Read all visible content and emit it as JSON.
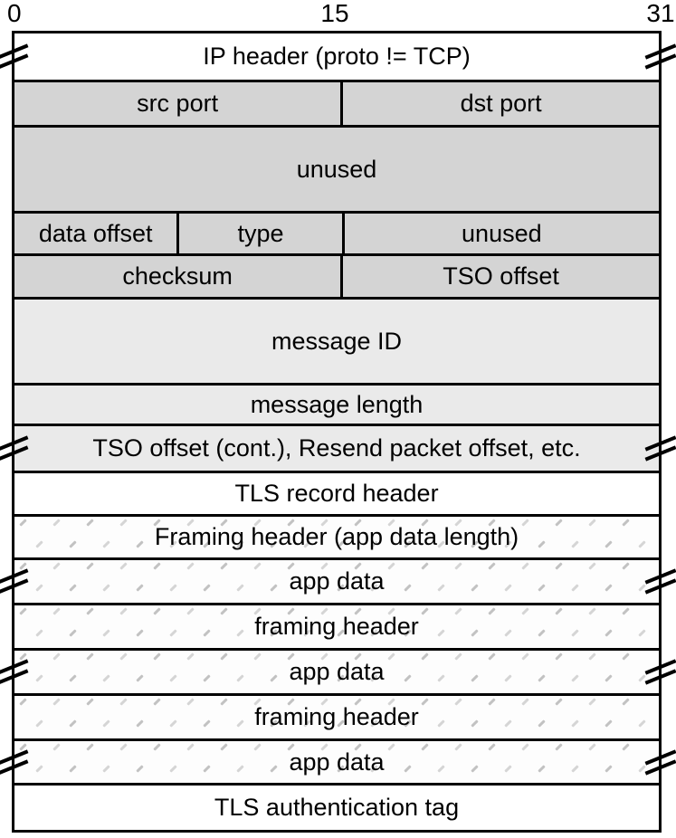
{
  "diagram": {
    "kind": "packet-header-layout",
    "bit_labels": [
      "0",
      "15",
      "31"
    ],
    "colors": {
      "border": "#000000",
      "field_gray": "#d4d4d4",
      "field_lightgray": "#eaeaea",
      "hatch_background": "#fdfdfd",
      "hatch_dash": "#c2c2c2",
      "hatch_dash_light": "#d5d5d5"
    },
    "rows": [
      {
        "name": "ip-header",
        "shade": "white",
        "breaks": true,
        "h": 54,
        "cells": [
          {
            "label": "IP header (proto != TCP)",
            "w": 1
          }
        ]
      },
      {
        "name": "ports",
        "shade": "gray",
        "breaks": false,
        "h": 50,
        "cells": [
          {
            "label": "src port",
            "w": 0.508
          },
          {
            "label": "dst port",
            "w": 0.492
          }
        ]
      },
      {
        "name": "unused-1",
        "shade": "gray",
        "breaks": false,
        "h": 95,
        "cells": [
          {
            "label": "unused",
            "w": 1
          }
        ]
      },
      {
        "name": "offset-type-unused",
        "shade": "gray",
        "breaks": false,
        "h": 47,
        "cells": [
          {
            "label": "data offset",
            "w": 0.254
          },
          {
            "label": "type",
            "w": 0.254
          },
          {
            "label": "unused",
            "w": 0.492
          }
        ]
      },
      {
        "name": "checksum-tso",
        "shade": "gray",
        "breaks": false,
        "h": 48,
        "cells": [
          {
            "label": "checksum",
            "w": 0.508
          },
          {
            "label": "TSO offset",
            "w": 0.492
          }
        ]
      },
      {
        "name": "message-id",
        "shade": "lightgray",
        "breaks": false,
        "h": 95,
        "cells": [
          {
            "label": "message ID",
            "w": 1
          }
        ]
      },
      {
        "name": "message-length",
        "shade": "lightgray",
        "breaks": false,
        "h": 45,
        "cells": [
          {
            "label": "message length",
            "w": 1
          }
        ]
      },
      {
        "name": "tso-cont",
        "shade": "lightgray",
        "breaks": true,
        "h": 52,
        "cells": [
          {
            "label": "TSO offset (cont.), Resend packet offset, etc.",
            "w": 1
          }
        ]
      },
      {
        "name": "tls-record-header",
        "shade": "white",
        "breaks": false,
        "h": 48,
        "cells": [
          {
            "label": "TLS record header",
            "w": 1
          }
        ]
      },
      {
        "name": "framing-header-1",
        "shade": "hatched",
        "breaks": false,
        "h": 48,
        "cells": [
          {
            "label": "Framing header (app data length)",
            "w": 1
          }
        ]
      },
      {
        "name": "app-data-1",
        "shade": "hatched",
        "breaks": true,
        "h": 50,
        "cells": [
          {
            "label": "app data",
            "w": 1
          }
        ]
      },
      {
        "name": "framing-header-2",
        "shade": "hatched",
        "breaks": false,
        "h": 50,
        "cells": [
          {
            "label": "framing header",
            "w": 1
          }
        ]
      },
      {
        "name": "app-data-2",
        "shade": "hatched",
        "breaks": true,
        "h": 50,
        "cells": [
          {
            "label": "app data",
            "w": 1
          }
        ]
      },
      {
        "name": "framing-header-3",
        "shade": "hatched",
        "breaks": false,
        "h": 50,
        "cells": [
          {
            "label": "framing header",
            "w": 1
          }
        ]
      },
      {
        "name": "app-data-3",
        "shade": "hatched",
        "breaks": true,
        "h": 49,
        "cells": [
          {
            "label": "app data",
            "w": 1
          }
        ]
      },
      {
        "name": "tls-auth-tag",
        "shade": "white",
        "breaks": false,
        "h": 49,
        "cells": [
          {
            "label": "TLS authentication tag",
            "w": 1
          }
        ]
      }
    ]
  }
}
